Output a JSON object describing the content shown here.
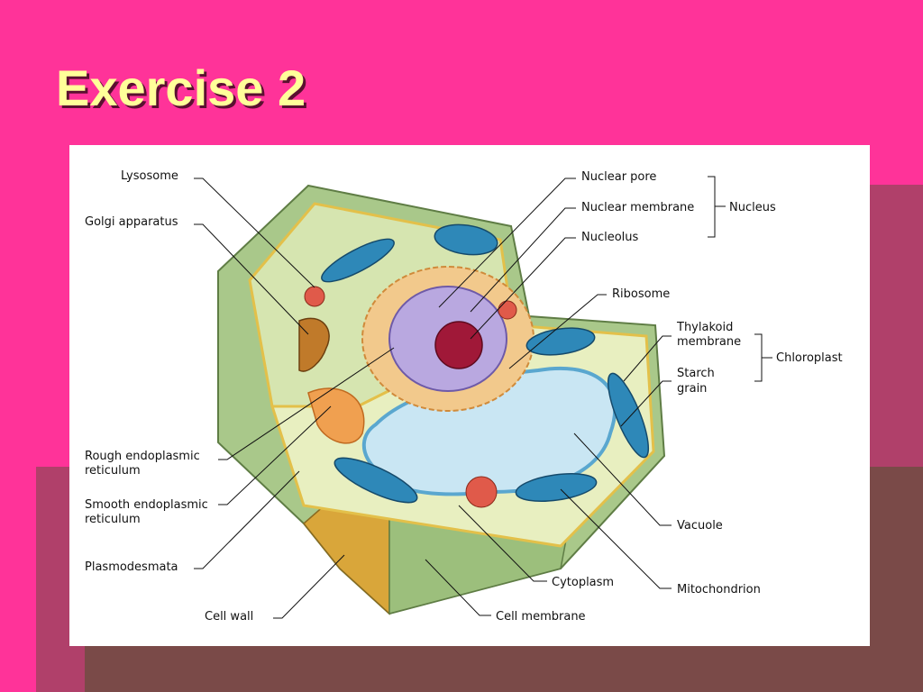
{
  "slide": {
    "title": "Exercise 2",
    "colors": {
      "background": "#ff3399",
      "title_text": "#ffff99",
      "band_maroon": "#7a4a48",
      "band_rose": "#b0406a",
      "panel": "#ffffff"
    }
  },
  "diagram": {
    "left_labels": [
      "Lysosome",
      "Golgi apparatus",
      "Rough endoplasmic",
      "reticulum",
      "Smooth endoplasmic",
      "reticulum",
      "Plasmodesmata",
      "Cell wall"
    ],
    "top_right_labels": [
      "Nuclear pore",
      "Nuclear membrane",
      "Nucleolus"
    ],
    "nucleus_group": "Nucleus",
    "right_labels": [
      "Ribosome",
      "Thylakoid",
      "membrane",
      "Starch",
      "grain",
      "Vacuole",
      "Mitochondrion"
    ],
    "chloroplast_group": "Chloroplast",
    "bottom_labels": [
      "Cytoplasm",
      "Cell membrane"
    ]
  }
}
